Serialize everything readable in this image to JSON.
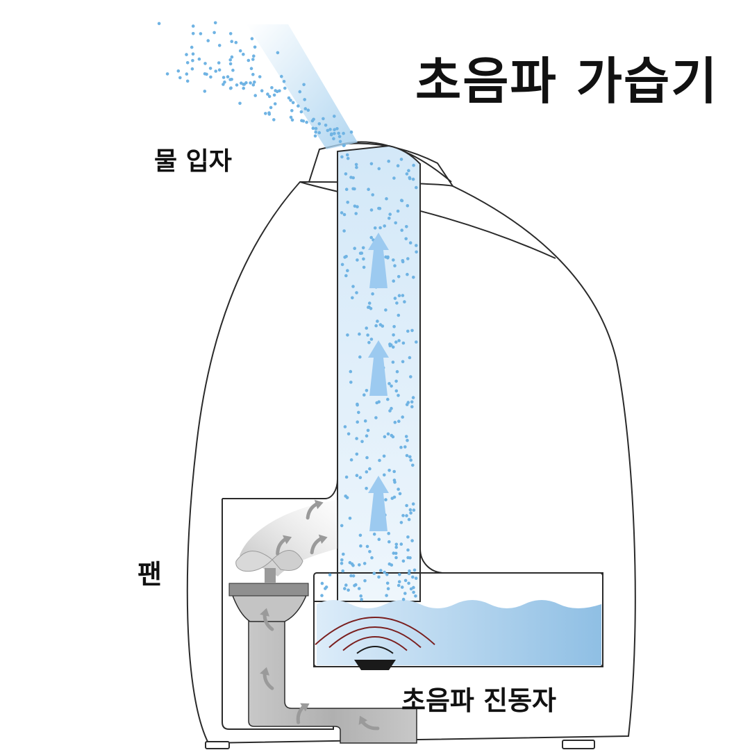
{
  "title": "초음파 가습기",
  "labels": {
    "water_particles": "물 입자",
    "fan": "팬",
    "transducer": "초음파 진동자"
  },
  "colors": {
    "mist": "#a9d2ef",
    "droplet": "#6fb3e3",
    "water": "#9fcbec",
    "arrow": "#9ccaf0",
    "vibration_wave": "#7a1f1f",
    "fan_duct": "#bdbdbd",
    "outline": "#2a2a2a"
  },
  "icons": {
    "droplet": "droplet-dot-icon",
    "up_arrow": "up-arrow-icon",
    "curved_arrow": "curved-arrow-icon",
    "fan": "fan-icon",
    "transducer": "transducer-icon",
    "wave": "vibration-wave-icon"
  }
}
